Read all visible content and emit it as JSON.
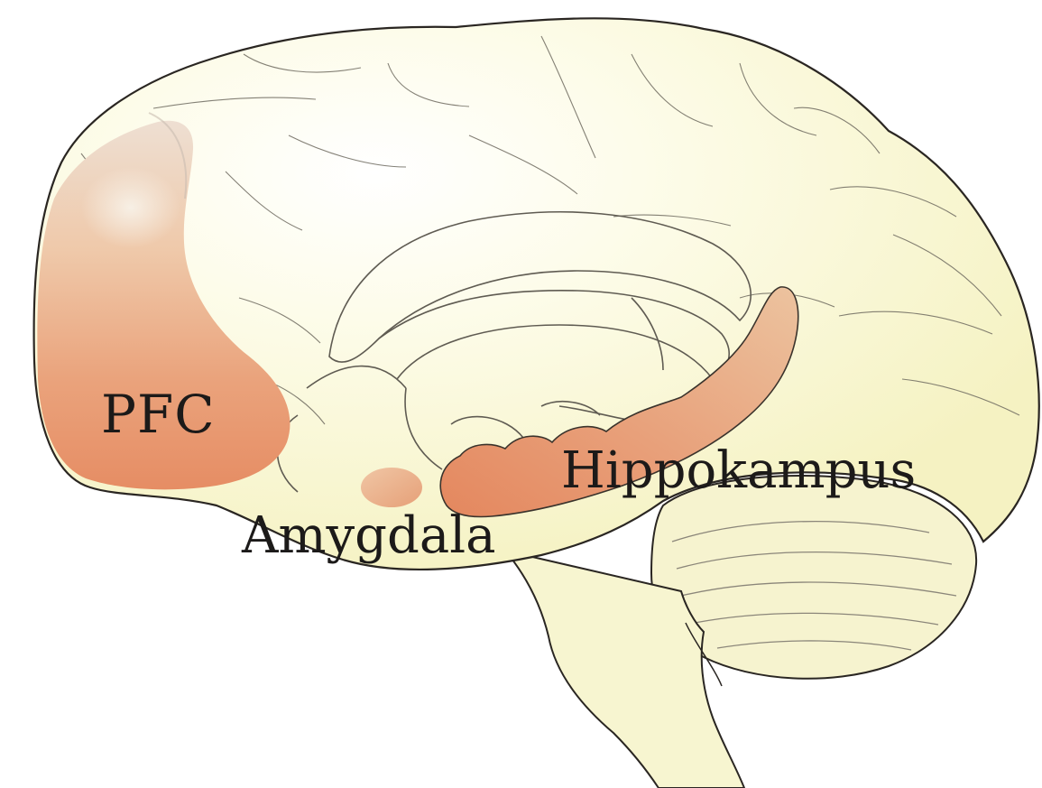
{
  "diagram": {
    "labels": {
      "pfc": "PFC",
      "hippocampus": "Hippokampus",
      "amygdala": "Amygdala"
    },
    "colors": {
      "brain_fill": "#f8f6cc",
      "brain_highlight": "#ffffff",
      "outline": "#2a2622",
      "region_highlight": "#e8a07a",
      "region_highlight_deep": "#e3875f",
      "pfc_light": "#f1d8c4"
    }
  }
}
